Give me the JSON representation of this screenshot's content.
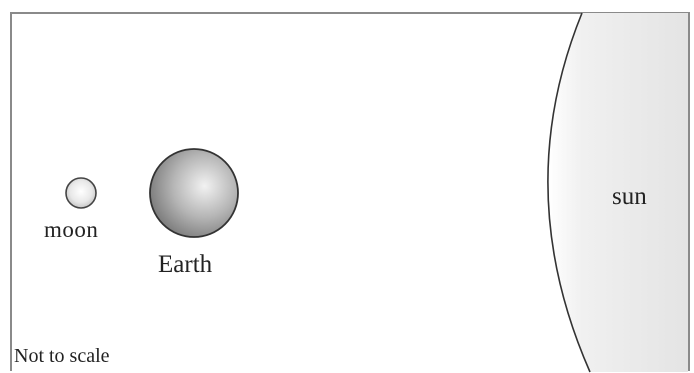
{
  "labels": {
    "moon": "moon",
    "earth": "Earth",
    "sun": "sun",
    "note": "Not to scale"
  },
  "bodies": [
    {
      "name": "moon",
      "icon": "moon-disc",
      "fill_light": "#f4f4f4",
      "fill_dark": "#bdbdbd"
    },
    {
      "name": "Earth",
      "icon": "earth-sphere",
      "fill_light": "#eeeeee",
      "fill_dark": "#7d7d7d"
    },
    {
      "name": "sun",
      "icon": "sun-arc",
      "fill_light": "#ffffff",
      "fill_dark": "#e6e6e6"
    }
  ],
  "colors": {
    "frame": "#8a8a8a",
    "outline": "#333333",
    "text": "#222222"
  }
}
